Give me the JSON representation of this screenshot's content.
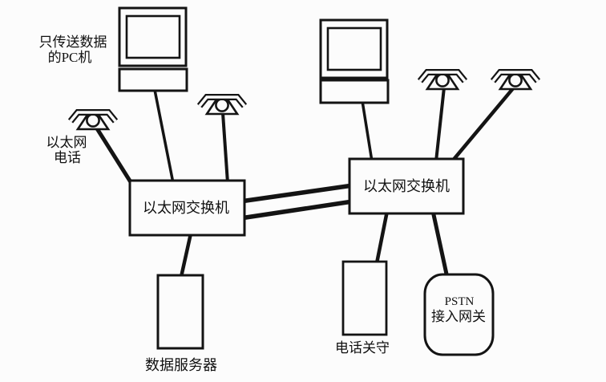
{
  "diagram": {
    "type": "ethernet-voip-network-topology",
    "background_color": "#fcfcfc",
    "ink_color": "#141414",
    "labels": {
      "pc_data_only_line1": "只传送数据",
      "pc_data_only_line2": "的PC机",
      "ethernet_phone_line1": "以太网",
      "ethernet_phone_line2": "电话",
      "switch_left": "以太网交换机",
      "switch_right": "以太网交换机",
      "data_server": "数据服务器",
      "gatekeeper": "电话关守",
      "pstn_gateway_line1": "PSTN",
      "pstn_gateway_line2": "接入网关"
    },
    "icons": {
      "pc": "pc-icon",
      "phone": "ethernet-phone-icon",
      "switch": "switch-box",
      "server": "server-box",
      "gatekeeper": "gatekeeper-box",
      "pstn": "pstn-gateway-shape"
    }
  }
}
